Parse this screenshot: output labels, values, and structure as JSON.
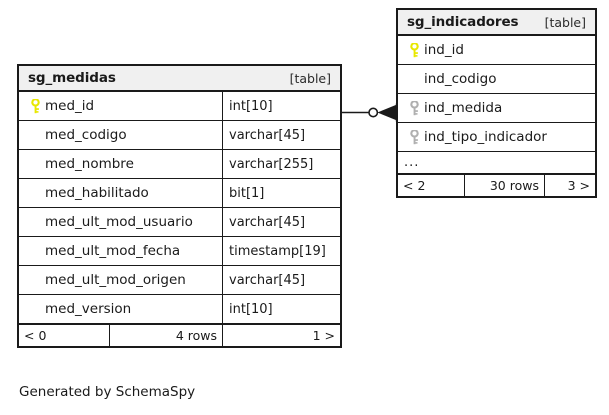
{
  "diagram": {
    "type": "entity-relationship-diagram",
    "caption": "Generated by SchemaSpy",
    "colors": {
      "primary_key_icon": "#e8e800",
      "foreign_key_icon": "#b0b0b0",
      "border": "#1a1a1a",
      "header_background": "#f0f0f0",
      "body_background": "#ffffff"
    }
  },
  "tables": {
    "medidas": {
      "name": "sg_medidas",
      "tag": "[table]",
      "columns": [
        {
          "key": "primary",
          "name": "med_id",
          "type": "int[10]"
        },
        {
          "key": "none",
          "name": "med_codigo",
          "type": "varchar[45]"
        },
        {
          "key": "none",
          "name": "med_nombre",
          "type": "varchar[255]"
        },
        {
          "key": "none",
          "name": "med_habilitado",
          "type": "bit[1]"
        },
        {
          "key": "none",
          "name": "med_ult_mod_usuario",
          "type": "varchar[45]"
        },
        {
          "key": "none",
          "name": "med_ult_mod_fecha",
          "type": "timestamp[19]"
        },
        {
          "key": "none",
          "name": "med_ult_mod_origen",
          "type": "varchar[45]"
        },
        {
          "key": "none",
          "name": "med_version",
          "type": "int[10]"
        }
      ],
      "footer": {
        "prev": "< 0",
        "rows": "4 rows",
        "next": "1 >"
      }
    },
    "indicadores": {
      "name": "sg_indicadores",
      "tag": "[table]",
      "columns": [
        {
          "key": "primary",
          "name": "ind_id"
        },
        {
          "key": "none",
          "name": "ind_codigo"
        },
        {
          "key": "foreign",
          "name": "ind_medida"
        },
        {
          "key": "foreign",
          "name": "ind_tipo_indicador"
        }
      ],
      "more_indicator": "...",
      "footer": {
        "prev": "< 2",
        "rows": "30 rows",
        "next": "3 >"
      }
    }
  }
}
